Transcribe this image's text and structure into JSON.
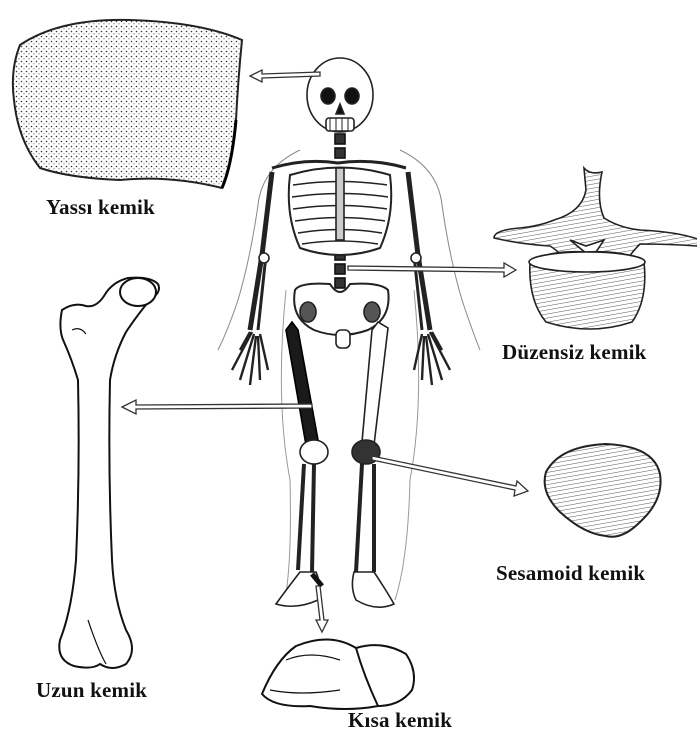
{
  "labels": {
    "flat_bone": "Yassı kemik",
    "irregular_bone": "Düzensiz kemik",
    "long_bone": "Uzun kemik",
    "sesamoid_bone": "Sesamoid kemik",
    "short_bone": "Kısa kemik"
  },
  "colors": {
    "ink": "#111111",
    "bone_fill": "#ffffff",
    "shade": "#555555",
    "highlight_bone": "#1a1a1a"
  }
}
